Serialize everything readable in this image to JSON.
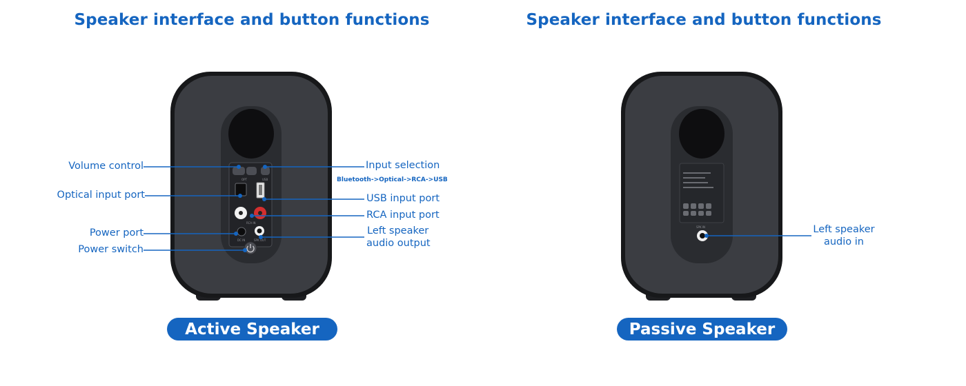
{
  "active": {
    "title": "Speaker interface and button functions",
    "badge": "Active Speaker",
    "labels": {
      "volume_control": "Volume control",
      "optical_input_port": "Optical input port",
      "power_port": "Power port",
      "power_switch": "Power switch",
      "input_selection": "Input selection",
      "input_cycle": "Bluetooth->Optical->RCA->USB",
      "usb_input_port": "USB input port",
      "rca_input_port": "RCA input port",
      "left_speaker_audio_output_1": "Left speaker",
      "left_speaker_audio_output_2": "audio output"
    }
  },
  "passive": {
    "title": "Speaker interface and button functions",
    "badge": "Passive Speaker",
    "labels": {
      "left_speaker_audio_in_1": "Left speaker",
      "left_speaker_audio_in_2": "audio in"
    }
  },
  "colors": {
    "accent": "#1565c0",
    "speaker_body": "#3a3c40",
    "panel": "#2b2d31"
  }
}
